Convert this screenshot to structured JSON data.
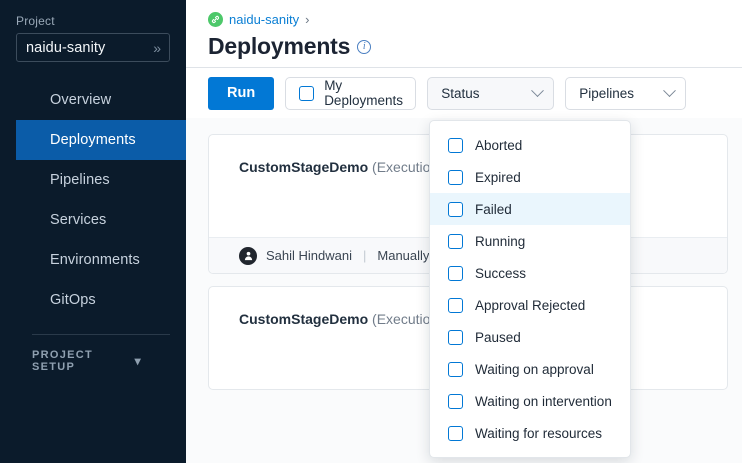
{
  "sidebar": {
    "project_label": "Project",
    "project_name": "naidu-sanity",
    "project_expand_icon": "double-chevron-right-icon",
    "items": [
      {
        "label": "Overview",
        "active": false
      },
      {
        "label": "Deployments",
        "active": true
      },
      {
        "label": "Pipelines",
        "active": false
      },
      {
        "label": "Services",
        "active": false
      },
      {
        "label": "Environments",
        "active": false
      },
      {
        "label": "GitOps",
        "active": false
      }
    ],
    "setup_label": "PROJECT SETUP",
    "setup_icon": "chevron-down-icon"
  },
  "header": {
    "breadcrumb_icon": "project-link-icon",
    "breadcrumb_label": "naidu-sanity",
    "breadcrumb_separator": "›",
    "title": "Deployments",
    "info_icon_glyph": "i"
  },
  "toolbar": {
    "run_label": "Run",
    "my_deployments_label": "My Deployments",
    "my_deployments_checked": false,
    "status_label": "Status",
    "pipelines_label": "Pipelines",
    "chevron_icon": "chevron-down-icon"
  },
  "status_dropdown": {
    "open": true,
    "hover_index": 2,
    "items": [
      "Aborted",
      "Expired",
      "Failed",
      "Running",
      "Success",
      "Approval Rejected",
      "Paused",
      "Waiting on approval",
      "Waiting on intervention",
      "Waiting for resources"
    ]
  },
  "cards": [
    {
      "name": "CustomStageDemo",
      "meta": " (Execution Id",
      "author": "Sahil Hindwani",
      "separator": "|",
      "trigger": "Manually",
      "avatar_icon": "user-avatar-icon"
    },
    {
      "name": "CustomStageDemo",
      "meta": " (Execution Id",
      "author": "",
      "separator": "",
      "trigger": "",
      "avatar_icon": "user-avatar-icon"
    }
  ],
  "colors": {
    "sidebar_bg": "#0b1b2b",
    "sidebar_active": "#0b5ca8",
    "accent_blue": "#0278d5",
    "link_blue": "#0b7fd4",
    "breadcrumb_green": "#4dc86a",
    "hover_row": "#eaf6fd"
  }
}
